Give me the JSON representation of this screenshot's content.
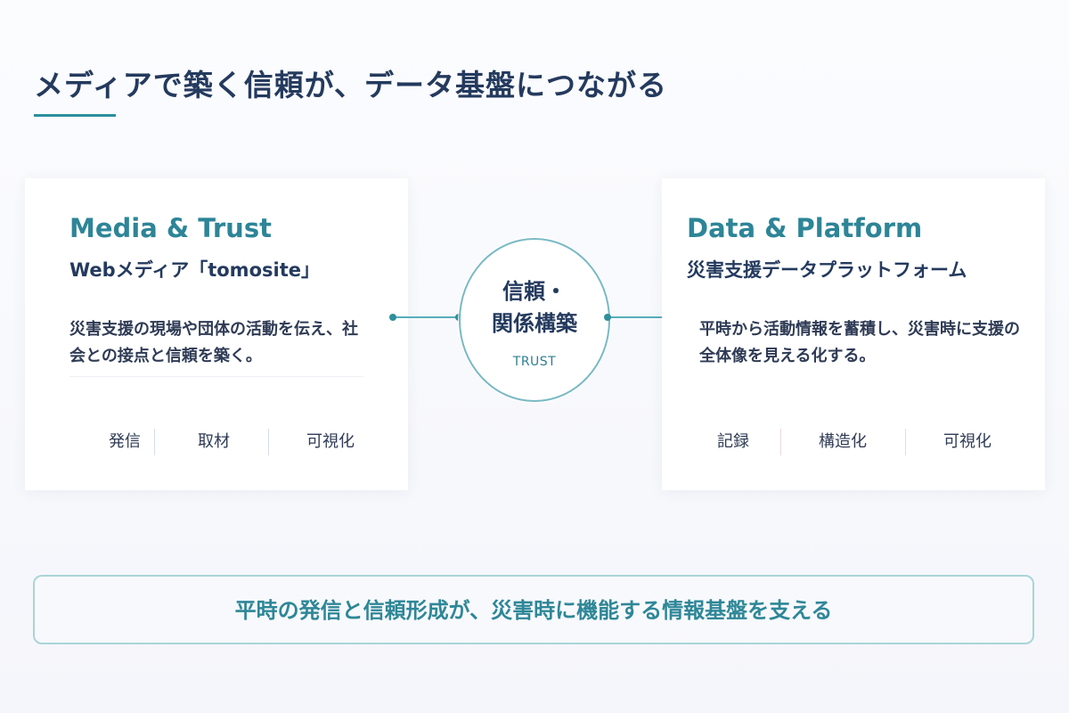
{
  "page": {
    "title": "メディアで築く信頼が、データ基盤につながる"
  },
  "left_card": {
    "title": "Media & Trust",
    "subtitle": "Webメディア「tomosite」",
    "description": "災害支援の現場や団体の活動を伝え、社会との接点と信頼を築く。",
    "tags": [
      "発信",
      "取材",
      "可視化"
    ]
  },
  "center": {
    "line1": "信頼・",
    "line2": "関係構築",
    "caption": "TRUST"
  },
  "right_card": {
    "title": "Data & Platform",
    "subtitle": "災害支援データプラットフォーム",
    "description": "平時から活動情報を蓄積し、災害時に支援の全体像を見える化する。",
    "tags": [
      "記録",
      "構造化",
      "可視化"
    ]
  },
  "bottom_banner": {
    "text": "平時の発信と信頼形成が、災害時に機能する情報基盤を支える"
  },
  "colors": {
    "title_navy": "#243a5e",
    "accent_teal": "#2a8f9c",
    "card_title_teal": "#2d8597",
    "banner_border": "#a9d5d8"
  }
}
